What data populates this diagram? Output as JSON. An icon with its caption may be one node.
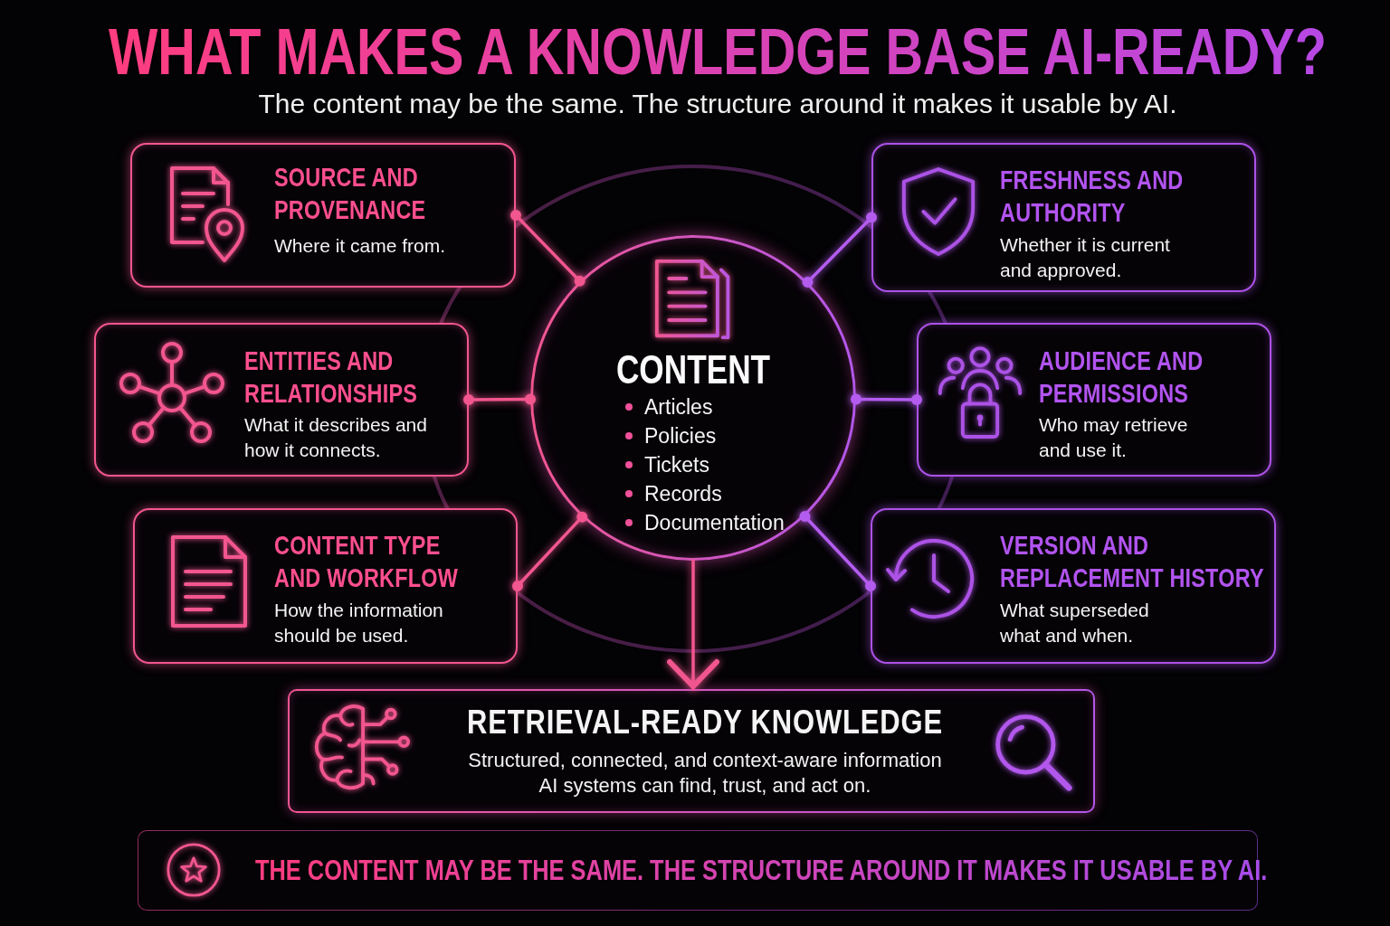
{
  "diagram": {
    "title": "WHAT MAKES A KNOWLEDGE BASE AI-READY?",
    "nodes": [
      {
        "text": [
          "SOURCE AND PROVENANCE",
          "Where it came from."
        ]
      },
      {
        "text": [
          "FRESHNESS AND AUTHORITY",
          "Whether it is current and approved."
        ]
      },
      {
        "text": [
          "ENTITIES AND RELATIONSHIPS",
          "What it describes and how it connects."
        ]
      },
      {
        "text": [
          "CONTENT",
          "Articles",
          "Policies",
          "Tickets",
          "Records",
          "Documentation"
        ]
      },
      {
        "text": [
          "AUDIENCE AND PERMISSIONS",
          "Who may retrieve and use it."
        ]
      },
      {
        "text": [
          "CONTENT TYPE AND WORKFLOW",
          "How the information should be used."
        ]
      },
      {
        "text": [
          "VERSION AND REPLACEMENT HISTORY",
          "What superseded what and when."
        ]
      },
      {
        "text": [
          "RETRIEVAL-READY KNOWLEDGE",
          "Structured, connected, and context-aware information AI systems can find, trust, and act on."
        ]
      },
      {
        "text": [
          "THE CONTENT MAY BE THE SAME. THE STRUCTURE AROUND IT MAKES IT USABLE BY AI."
        ]
      }
    ],
    "edges": [
      {
        "from": 0,
        "to": 3,
        "arrow": "other"
      },
      {
        "from": 1,
        "to": 3,
        "arrow": "other",
        "color": "#b45cf0"
      },
      {
        "from": 2,
        "to": 3,
        "arrow": "other"
      },
      {
        "from": 4,
        "to": 3,
        "arrow": "other",
        "color": "#b45cf0"
      },
      {
        "from": 5,
        "to": 3,
        "arrow": "other"
      },
      {
        "from": 6,
        "to": 3,
        "arrow": "other",
        "color": "#b45cf0"
      },
      {
        "from": 3,
        "to": 7,
        "arrow": "to"
      }
    ],
    "labels": [
      "The content may be the same. The structure around it makes it usable by AI."
    ]
  }
}
